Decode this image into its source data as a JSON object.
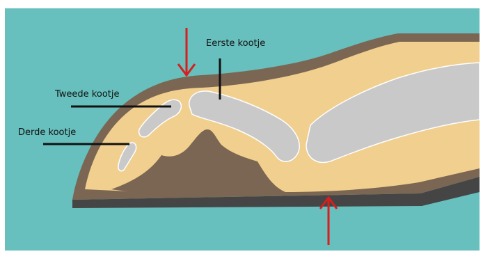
{
  "diagram": {
    "labels": {
      "first_phalanx": "Eerste kootje",
      "second_phalanx": "Tweede kootje",
      "third_phalanx": "Derde kootje"
    },
    "colors": {
      "background": "#67c0bd",
      "horn_wall": "#7a6652",
      "soft_tissue": "#f1cf8e",
      "bone": "#c9c9c9",
      "sole_ground": "#454545",
      "arrow": "#d81e1e",
      "label_line": "#111111"
    }
  }
}
